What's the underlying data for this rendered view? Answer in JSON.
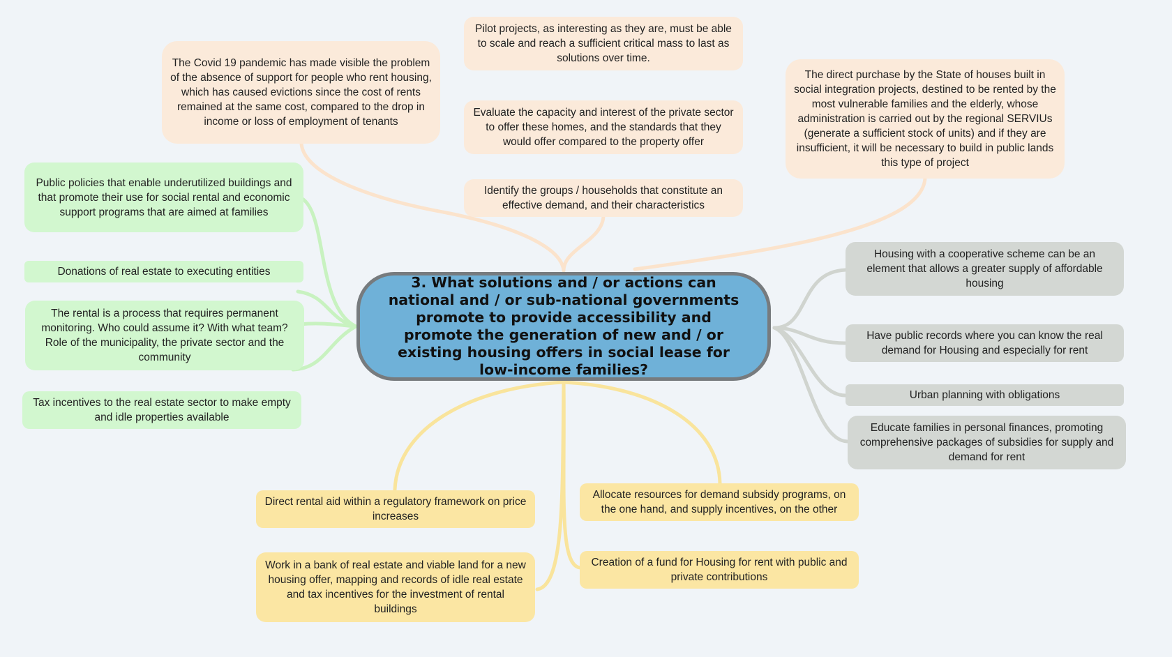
{
  "colors": {
    "background": "#f0f4f8",
    "central_fill": "#6fb1d8",
    "central_border": "#777b7e",
    "peach_node": "#fbeada",
    "peach_link": "#fbe3cc",
    "green_node": "#d2f7cf",
    "green_link": "#c8f2c0",
    "gray_node": "#d3d7d3",
    "gray_link": "#d0d4cf",
    "yellow_node": "#fbe6a3",
    "yellow_link": "#f9e49c"
  },
  "central": {
    "text": "3. What solutions and / or actions can national and / or sub-national governments promote to provide accessibility and promote the generation of new and / or existing housing offers in social lease for low-income families?"
  },
  "branches": {
    "top": [
      {
        "text": "The Covid 19 pandemic has made visible the problem of the absence of support for people who rent housing, which has caused evictions since the cost of rents remained at the same cost, compared to the drop in income or loss of employment of tenants"
      },
      {
        "text": "Pilot projects, as interesting as they are, must be able to scale and reach a sufficient critical mass to last as solutions over time."
      },
      {
        "text": "Evaluate the capacity and interest of the private sector to offer these homes, and the standards that they would offer compared to the property offer"
      },
      {
        "text": "Identify the groups / households that constitute an effective demand, and their characteristics"
      },
      {
        "text": "The direct purchase by the State of houses built in social integration projects, destined to be rented by the most vulnerable families and the elderly, whose administration is carried out by the regional SERVIUs (generate a sufficient stock of units) and if they are insufficient, it will be necessary to build in public lands this type of project"
      }
    ],
    "left": [
      {
        "text": "Public policies that enable underutilized buildings and that promote their use for social rental and economic support programs that are aimed at families"
      },
      {
        "text": "Donations of real estate to executing entities"
      },
      {
        "text": "The rental is a process that requires permanent monitoring. Who could assume it? With what team? Role of the municipality, the private sector and the community"
      },
      {
        "text": "Tax incentives to the real estate sector to make empty and idle properties available"
      }
    ],
    "right": [
      {
        "text": "Housing with a cooperative scheme can be an element that allows a greater supply of affordable housing"
      },
      {
        "text": "Have public records where you can know the real demand for Housing and especially for rent"
      },
      {
        "text": "Urban planning with obligations"
      },
      {
        "text": "Educate families in personal finances, promoting comprehensive packages of subsidies for supply and demand for rent"
      }
    ],
    "bottom": [
      {
        "text": "Direct rental aid within a regulatory framework on price increases"
      },
      {
        "text": "Work in a bank of real estate and viable land for a new housing offer, mapping and records of idle real estate and tax incentives for the investment of rental buildings"
      },
      {
        "text": "Allocate resources for demand subsidy programs, on the one hand, and supply incentives, on the other"
      },
      {
        "text": "Creation of a fund for Housing for rent with public and private contributions"
      }
    ]
  }
}
